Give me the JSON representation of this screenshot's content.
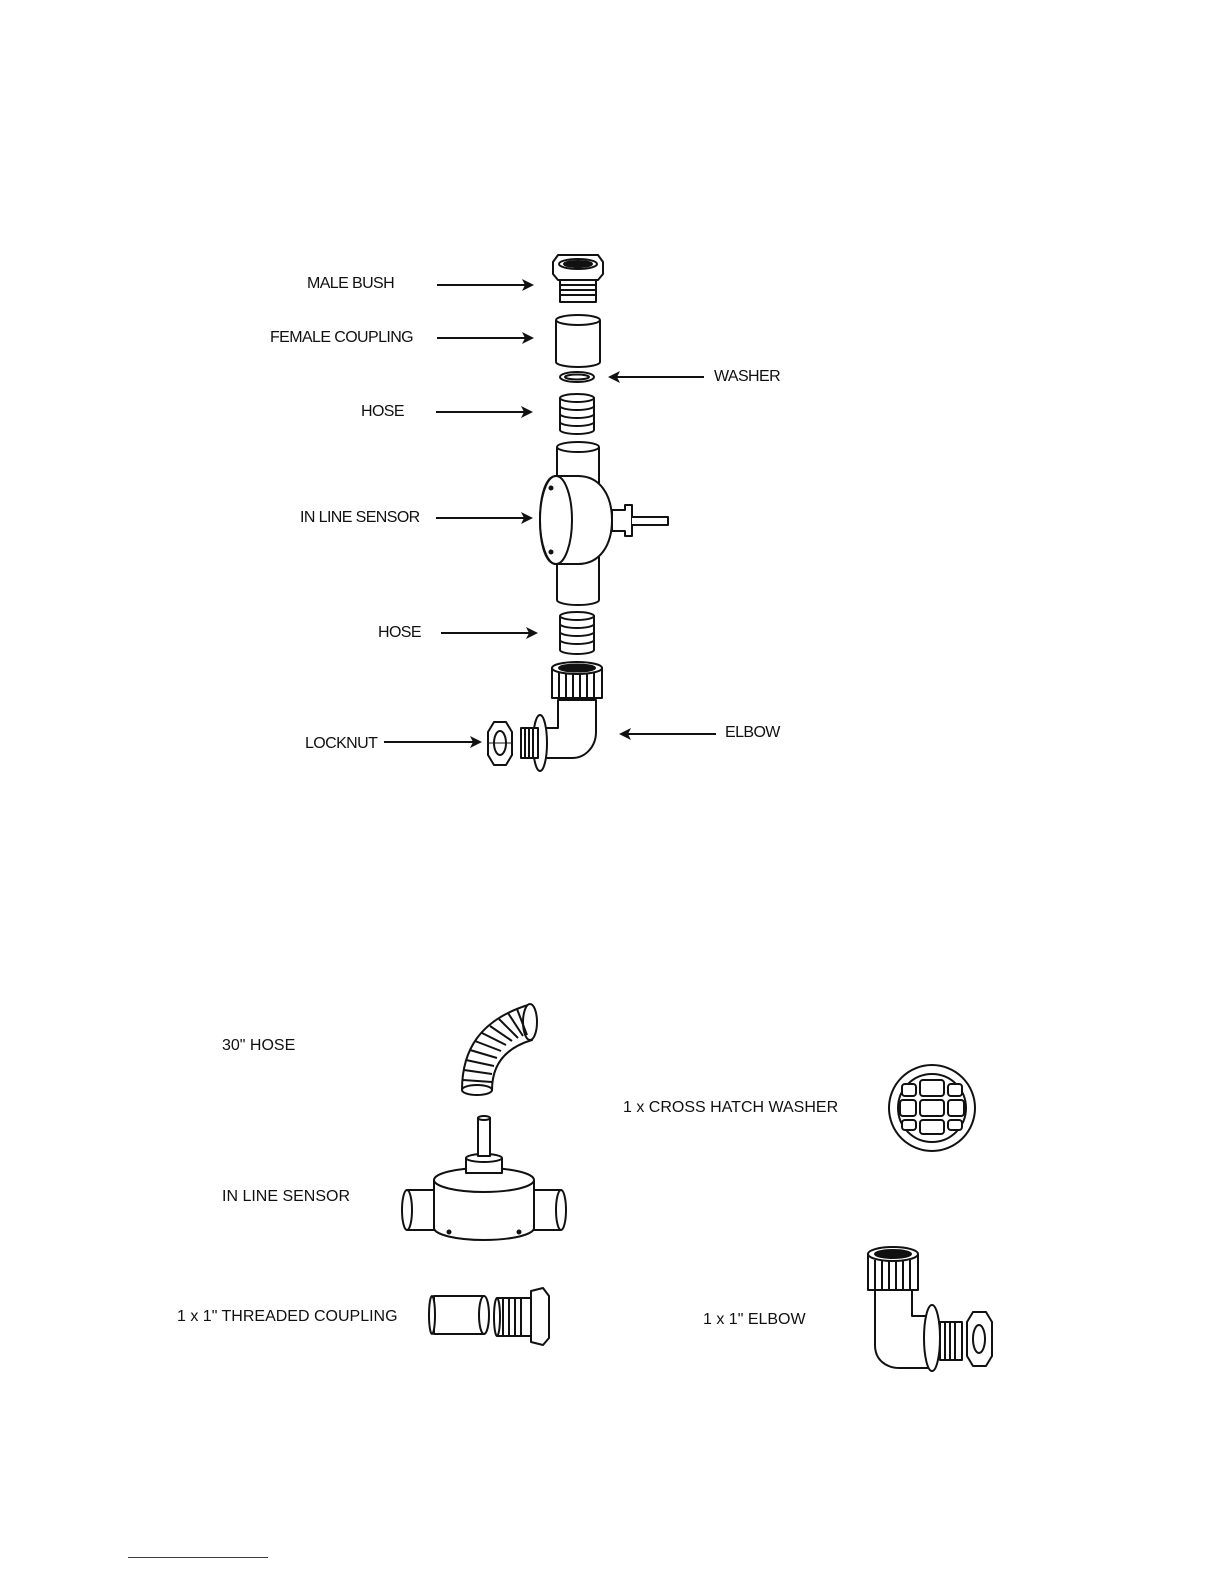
{
  "assembly": {
    "labels": {
      "male_bush": "MALE BUSH",
      "female_coupling": "FEMALE COUPLING",
      "washer": "WASHER",
      "hose_upper": "HOSE",
      "in_line_sensor": "IN LINE SENSOR",
      "hose_lower": "HOSE",
      "locknut": "LOCKNUT",
      "elbow": "ELBOW"
    }
  },
  "parts_list": {
    "hose": "30\" HOSE",
    "sensor": "IN LINE SENSOR",
    "threaded_coupling": "1 x 1\"  THREADED COUPLING",
    "washer": "1 x CROSS HATCH WASHER",
    "elbow": "1 x  1\" ELBOW"
  },
  "colors": {
    "line": "#111111",
    "fill": "#ffffff",
    "footer_rule": "#1a33c8"
  }
}
